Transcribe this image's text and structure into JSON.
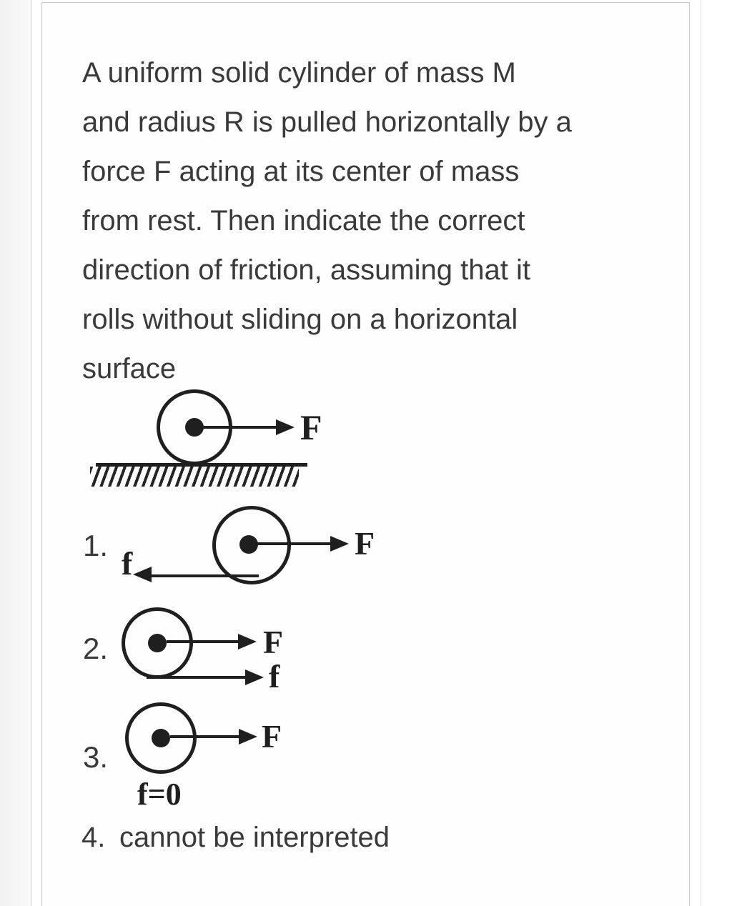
{
  "question": {
    "lines": [
      "A uniform solid cylinder of mass M",
      "and radius R is pulled horizontally by a",
      "force F acting at its center of mass",
      "from rest. Then indicate the correct",
      "direction of friction, assuming that it",
      "rolls without sliding on a horizontal",
      "surface"
    ]
  },
  "main_figure": {
    "force_label": "F"
  },
  "options": [
    {
      "number": "1.",
      "force_label": "F",
      "friction_label": "f"
    },
    {
      "number": "2.",
      "force_label": "F",
      "friction_label": "f"
    },
    {
      "number": "3.",
      "force_label": "F",
      "friction_label": "f=0"
    },
    {
      "number": "4.",
      "text": "cannot be interpreted"
    }
  ],
  "colors": {
    "ink": "#1f1f1f",
    "text": "#3a3a3a",
    "card_border": "#c9c9c9",
    "left_strip": "#f4f4f5"
  }
}
